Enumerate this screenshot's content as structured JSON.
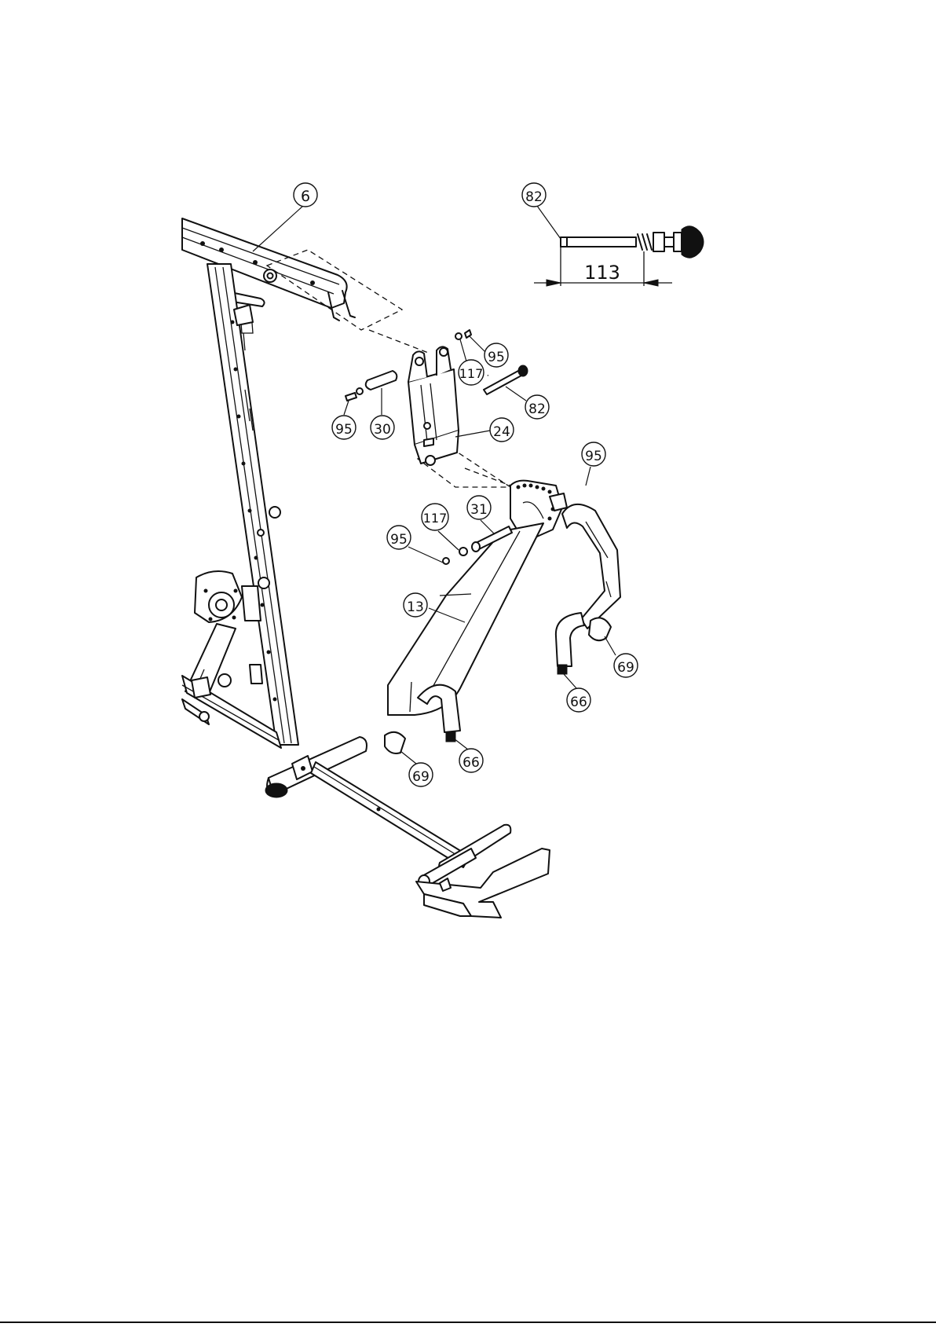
{
  "callouts": [
    {
      "label": "6"
    },
    {
      "label": "82"
    },
    {
      "label": "95"
    },
    {
      "label": "117"
    },
    {
      "label": "82"
    },
    {
      "label": "95"
    },
    {
      "label": "30"
    },
    {
      "label": "24"
    },
    {
      "label": "95"
    },
    {
      "label": "31"
    },
    {
      "label": "117"
    },
    {
      "label": "95"
    },
    {
      "label": "13"
    },
    {
      "label": "69"
    },
    {
      "label": "66"
    },
    {
      "label": "66"
    },
    {
      "label": "69"
    }
  ],
  "dimension": {
    "value": "113"
  }
}
